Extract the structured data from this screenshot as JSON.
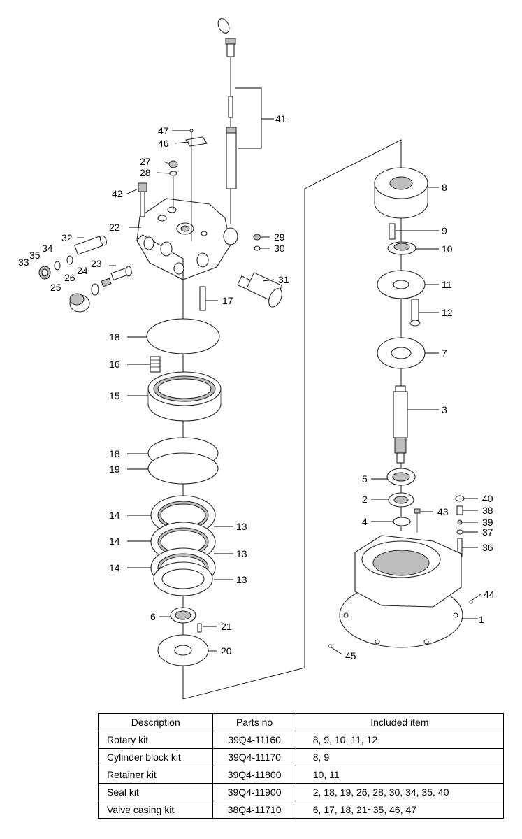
{
  "diagram": {
    "callouts": [
      {
        "id": "c1",
        "text": "1"
      },
      {
        "id": "c2",
        "text": "2"
      },
      {
        "id": "c3",
        "text": "3"
      },
      {
        "id": "c4",
        "text": "4"
      },
      {
        "id": "c5",
        "text": "5"
      },
      {
        "id": "c6",
        "text": "6"
      },
      {
        "id": "c7",
        "text": "7"
      },
      {
        "id": "c8",
        "text": "8"
      },
      {
        "id": "c9",
        "text": "9"
      },
      {
        "id": "c10",
        "text": "10"
      },
      {
        "id": "c11",
        "text": "11"
      },
      {
        "id": "c12",
        "text": "12"
      },
      {
        "id": "c13a",
        "text": "13"
      },
      {
        "id": "c13b",
        "text": "13"
      },
      {
        "id": "c13c",
        "text": "13"
      },
      {
        "id": "c14a",
        "text": "14"
      },
      {
        "id": "c14b",
        "text": "14"
      },
      {
        "id": "c14c",
        "text": "14"
      },
      {
        "id": "c15",
        "text": "15"
      },
      {
        "id": "c16",
        "text": "16"
      },
      {
        "id": "c17",
        "text": "17"
      },
      {
        "id": "c18a",
        "text": "18"
      },
      {
        "id": "c18b",
        "text": "18"
      },
      {
        "id": "c19",
        "text": "19"
      },
      {
        "id": "c20",
        "text": "20"
      },
      {
        "id": "c21",
        "text": "21"
      },
      {
        "id": "c22",
        "text": "22"
      },
      {
        "id": "c23",
        "text": "23"
      },
      {
        "id": "c24",
        "text": "24"
      },
      {
        "id": "c25",
        "text": "25"
      },
      {
        "id": "c26",
        "text": "26"
      },
      {
        "id": "c27",
        "text": "27"
      },
      {
        "id": "c28",
        "text": "28"
      },
      {
        "id": "c29",
        "text": "29"
      },
      {
        "id": "c30",
        "text": "30"
      },
      {
        "id": "c31",
        "text": "31"
      },
      {
        "id": "c32",
        "text": "32"
      },
      {
        "id": "c33",
        "text": "33"
      },
      {
        "id": "c34",
        "text": "34"
      },
      {
        "id": "c35",
        "text": "35"
      },
      {
        "id": "c36",
        "text": "36"
      },
      {
        "id": "c37",
        "text": "37"
      },
      {
        "id": "c38",
        "text": "38"
      },
      {
        "id": "c39",
        "text": "39"
      },
      {
        "id": "c40",
        "text": "40"
      },
      {
        "id": "c41",
        "text": "41"
      },
      {
        "id": "c42",
        "text": "42"
      },
      {
        "id": "c43",
        "text": "43"
      },
      {
        "id": "c44",
        "text": "44"
      },
      {
        "id": "c45",
        "text": "45"
      },
      {
        "id": "c46",
        "text": "46"
      },
      {
        "id": "c47",
        "text": "47"
      }
    ]
  },
  "table": {
    "headers": [
      "Description",
      "Parts no",
      "Included item"
    ],
    "rows": [
      [
        "Rotary kit",
        "39Q4-11160",
        "8, 9, 10, 11, 12"
      ],
      [
        "Cylinder block kit",
        "39Q4-11170",
        "8, 9"
      ],
      [
        "Retainer kit",
        "39Q4-11800",
        "10, 11"
      ],
      [
        "Seal kit",
        "39Q4-11900",
        "2, 18, 19, 26, 28, 30, 34, 35, 40"
      ],
      [
        "Valve casing kit",
        "38Q4-11710",
        "6, 17, 18, 21~35, 46, 47"
      ]
    ]
  }
}
